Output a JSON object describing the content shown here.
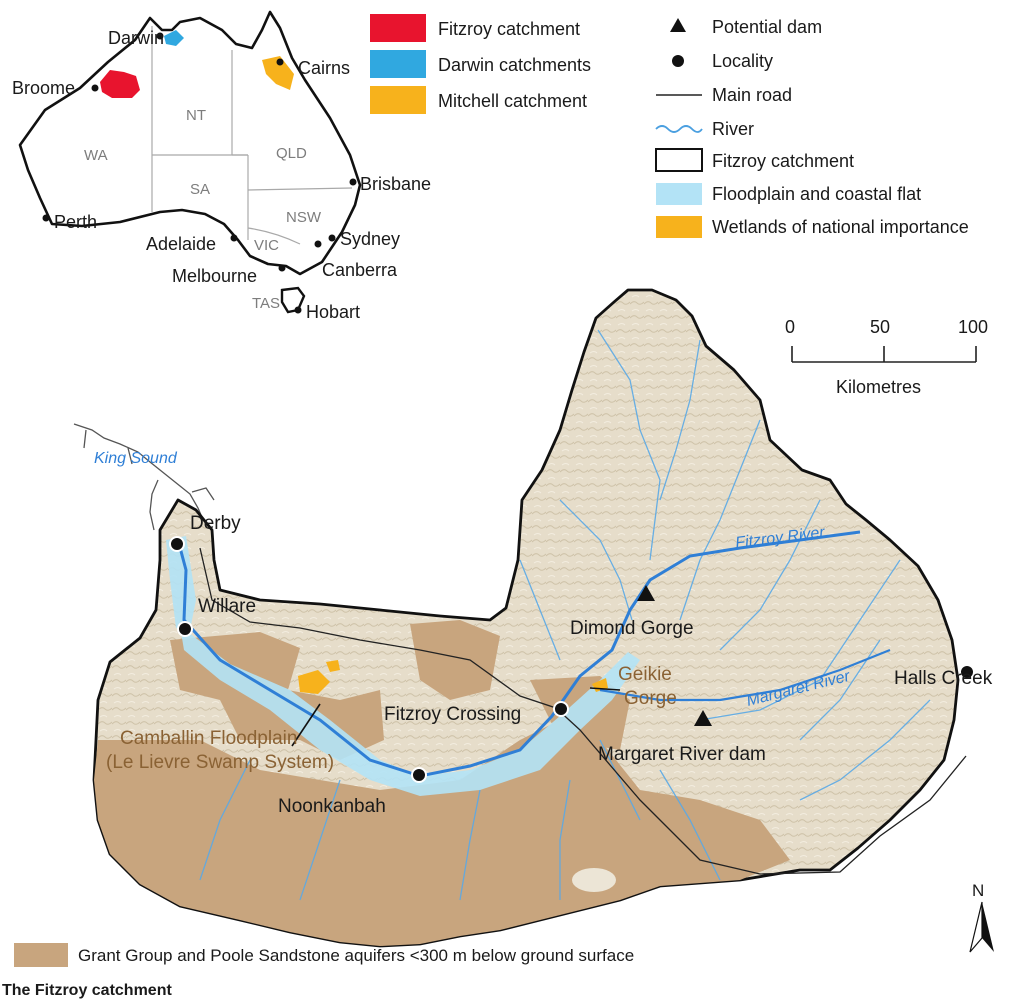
{
  "inset": {
    "states": [
      "WA",
      "NT",
      "SA",
      "QLD",
      "NSW",
      "VIC",
      "TAS"
    ],
    "cities": [
      "Darwin",
      "Broome",
      "Cairns",
      "Perth",
      "Brisbane",
      "Adelaide",
      "Sydney",
      "Melbourne",
      "Canberra",
      "Hobart"
    ]
  },
  "inset_legend": [
    {
      "label": "Fitzroy catchment",
      "color": "#e8142e"
    },
    {
      "label": "Darwin catchments",
      "color": "#30a8e0"
    },
    {
      "label": "Mitchell catchment",
      "color": "#f7b21c"
    }
  ],
  "legend": [
    {
      "label": "Potential dam",
      "symbol": "triangle"
    },
    {
      "label": "Locality",
      "symbol": "dot"
    },
    {
      "label": "Main road",
      "symbol": "line"
    },
    {
      "label": "River",
      "symbol": "wave",
      "color": "#4a9fe0"
    },
    {
      "label": "Fitzroy catchment",
      "symbol": "outline"
    },
    {
      "label": "Floodplain and coastal flat",
      "symbol": "box",
      "color": "#b3e3f6"
    },
    {
      "label": "Wetlands of national importance",
      "symbol": "box",
      "color": "#f7b21c"
    }
  ],
  "scale": {
    "ticks": [
      "0",
      "50",
      "100"
    ],
    "unit": "Kilometres"
  },
  "localities": [
    "Derby",
    "Willare",
    "Fitzroy Crossing",
    "Noonkanbah",
    "Halls Creek"
  ],
  "dams": [
    "Dimond Gorge",
    "Margaret River dam"
  ],
  "features": {
    "king_sound": "King Sound",
    "fitzroy_river": "Fitzroy River",
    "margaret_river": "Margaret River",
    "geikie_line1": "Geikie",
    "geikie_line2": "Gorge",
    "camballin_line1": "Camballin Floodplain",
    "camballin_line2": "(Le Lievre Swamp System)"
  },
  "north_arrow": "N",
  "aquifer_legend": {
    "label": "Grant Group and Poole Sandstone aquifers <300 m below ground surface",
    "color": "#c8a57e"
  },
  "title": "The Fitzroy catchment"
}
